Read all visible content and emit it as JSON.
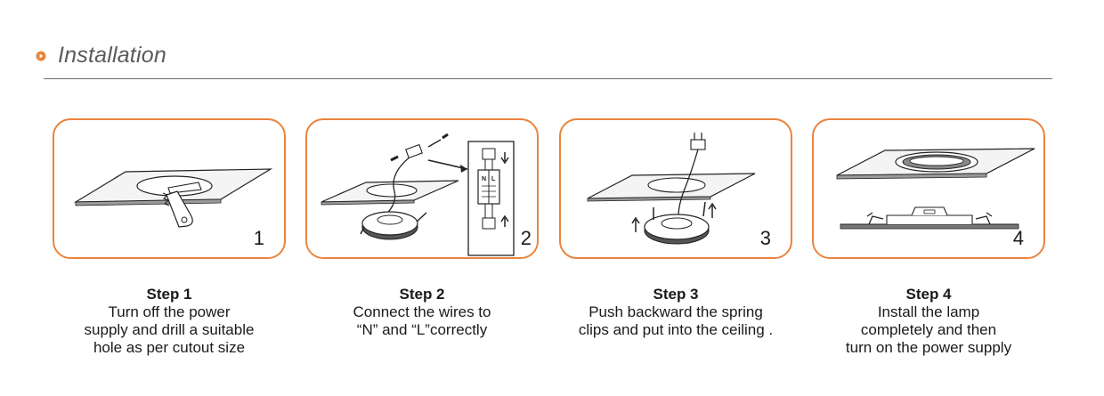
{
  "header": {
    "title": "Installation",
    "accent_color": "#e9843e",
    "icon": "play-circle-icon"
  },
  "steps": [
    {
      "number": "1",
      "title": "Step 1",
      "lines": [
        "Turn off the power",
        "supply and drill a suitable",
        "hole as per cutout size"
      ]
    },
    {
      "number": "2",
      "title": "Step 2",
      "lines": [
        "Connect the wires to",
        "“N” and “L”correctly"
      ],
      "diagram_labels": {
        "n": "N",
        "l": "L"
      }
    },
    {
      "number": "3",
      "title": "Step 3",
      "lines": [
        "Push backward the spring",
        "clips and put into the ceiling ."
      ]
    },
    {
      "number": "4",
      "title": "Step 4",
      "lines": [
        "Install the lamp",
        "completely and then",
        "turn on the power supply"
      ]
    }
  ]
}
